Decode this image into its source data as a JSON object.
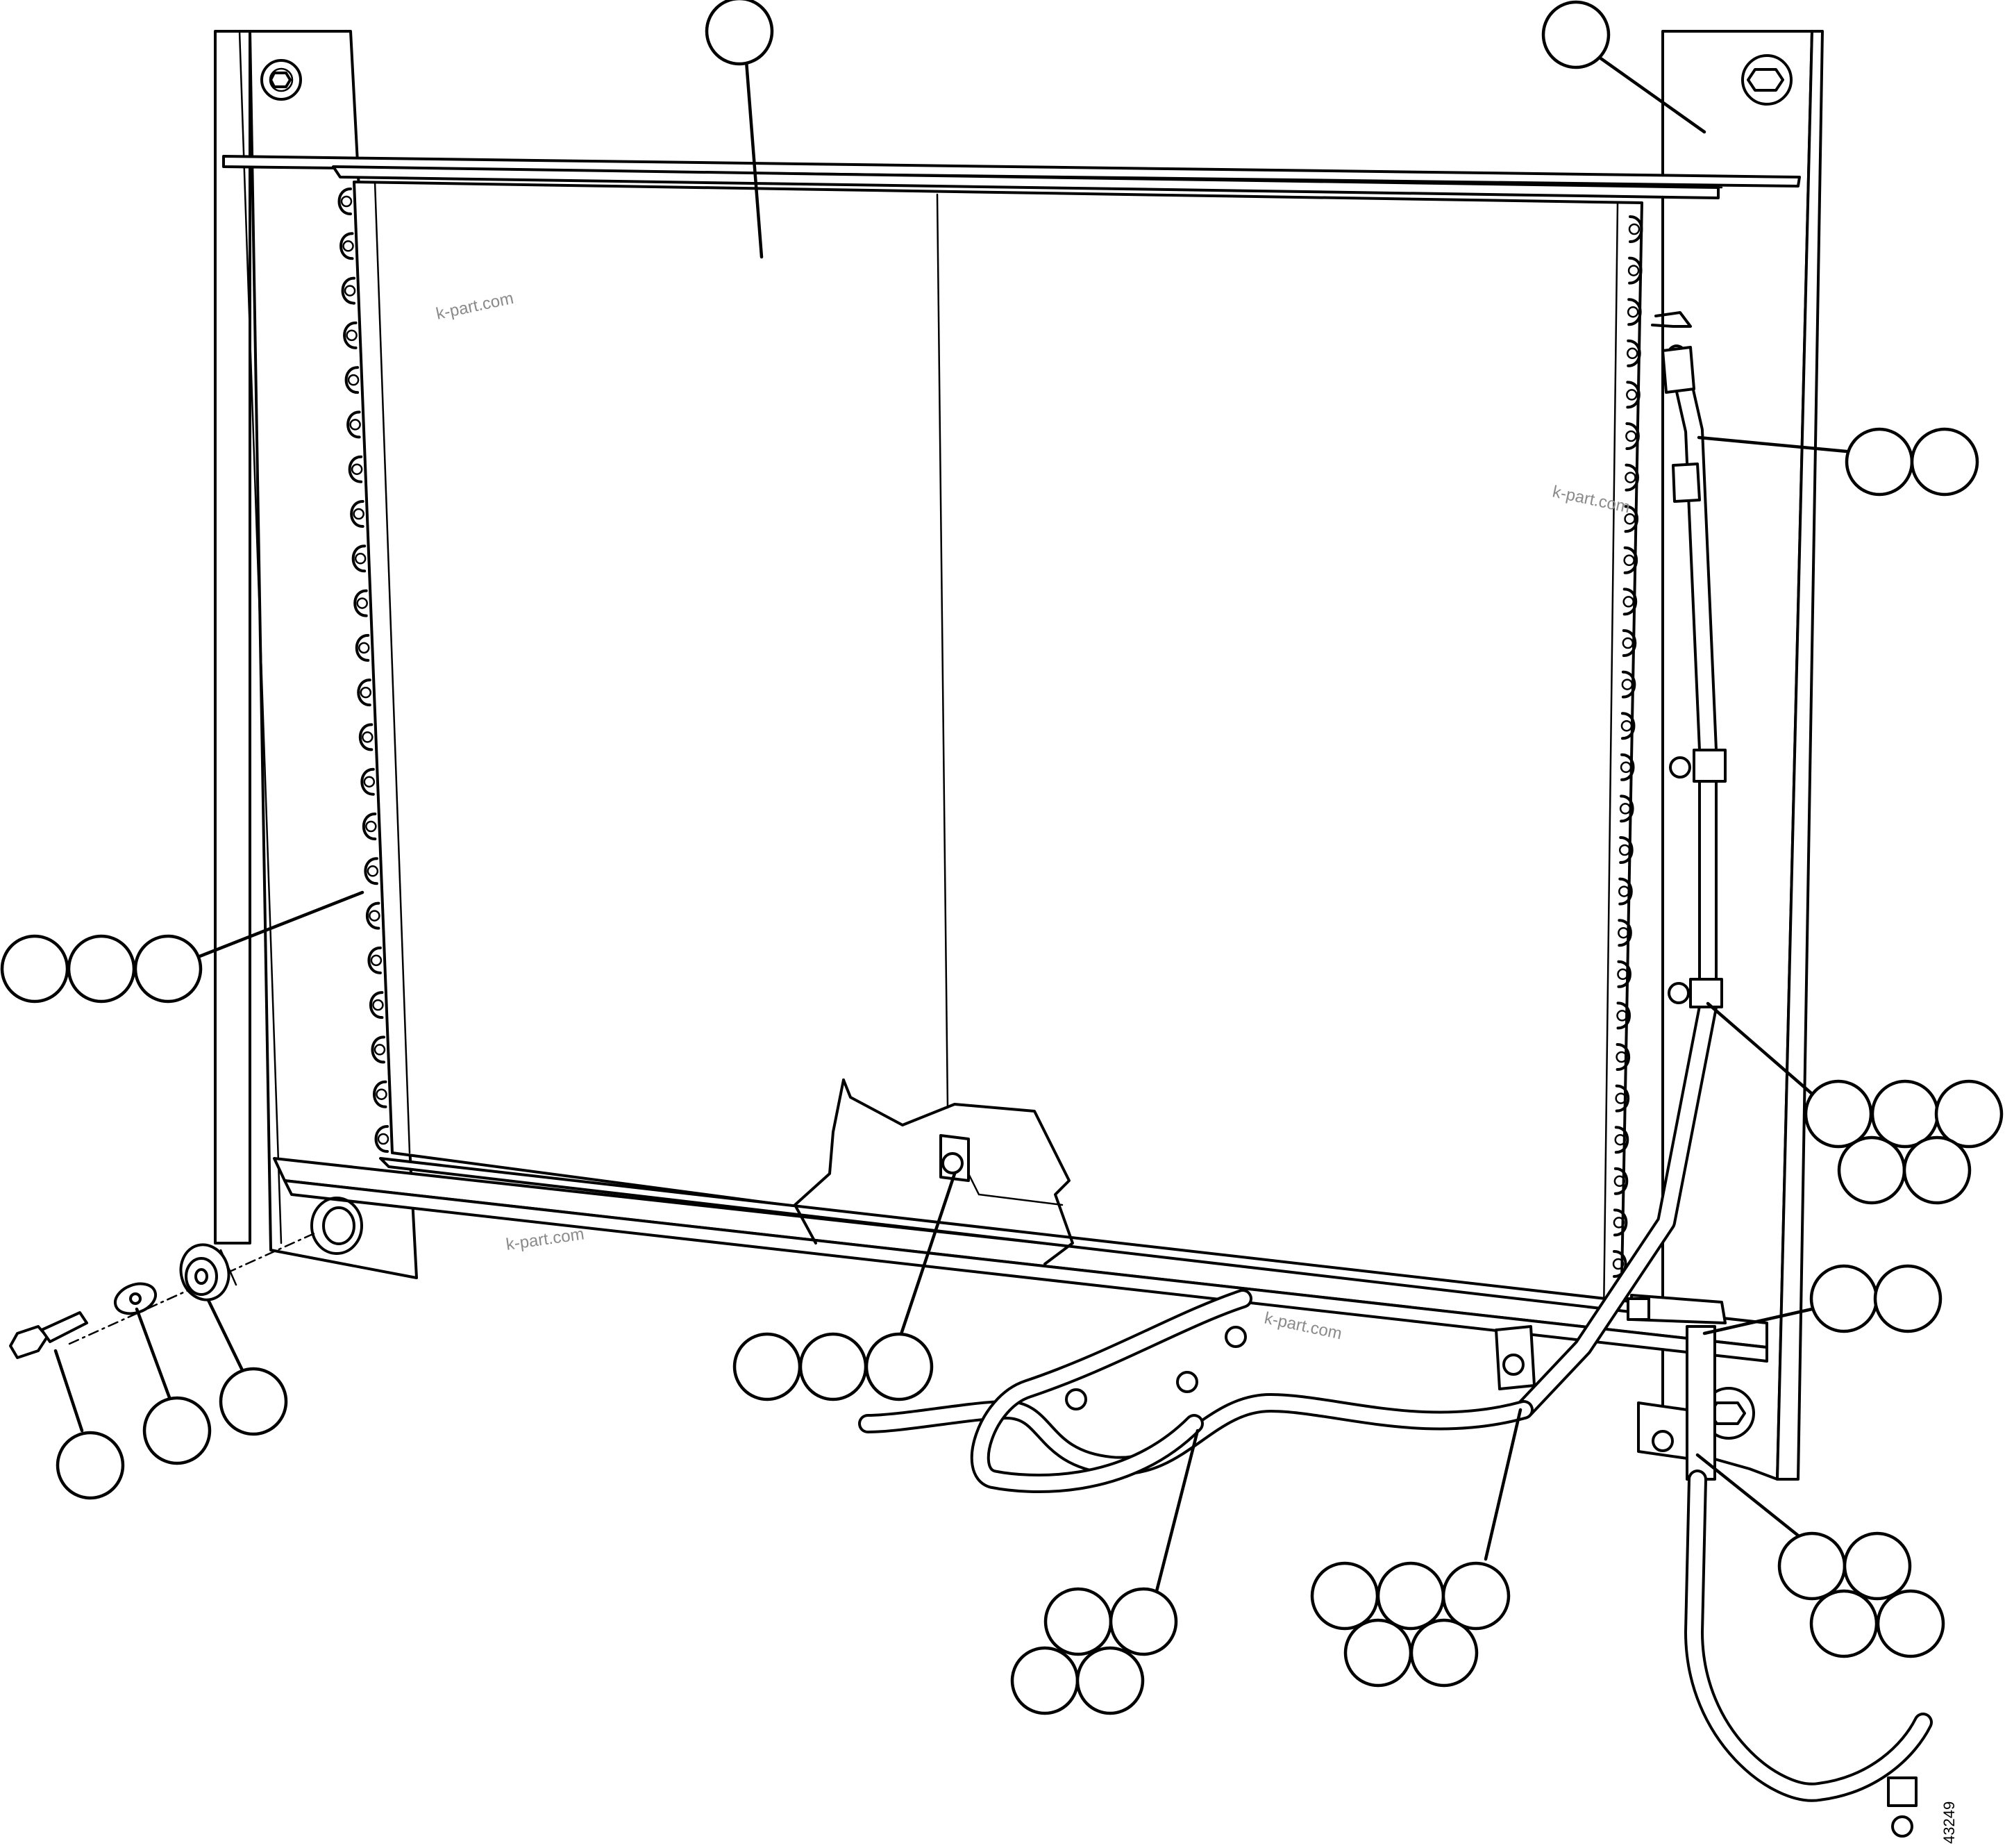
{
  "watermarks": [
    "k-part.com",
    "k-part.com",
    "k-part.com",
    "k-part.com"
  ],
  "figure_number": "43249",
  "callout_groups": [
    {
      "name": "condenser-core-callout",
      "bubbles": 1
    },
    {
      "name": "frame-upright-callout",
      "bubbles": 1
    },
    {
      "name": "upper-hose-fitting-callout",
      "bubbles": 2
    },
    {
      "name": "core-mounting-bolt-callout",
      "bubbles": 3
    },
    {
      "name": "hose-clamp-right-callout",
      "bubbles": 5
    },
    {
      "name": "lower-fitting-callout",
      "bubbles": 2
    },
    {
      "name": "bottom-bracket-callout",
      "bubbles": 3
    },
    {
      "name": "bolt-callout",
      "bubbles": 1
    },
    {
      "name": "washer-callout",
      "bubbles": 1
    },
    {
      "name": "isolator-mount-callout",
      "bubbles": 1
    },
    {
      "name": "hose-clip-callout",
      "bubbles": 4
    },
    {
      "name": "hose-support-callout",
      "bubbles": 5
    },
    {
      "name": "lower-hose-clamp-callout",
      "bubbles": 4
    }
  ]
}
